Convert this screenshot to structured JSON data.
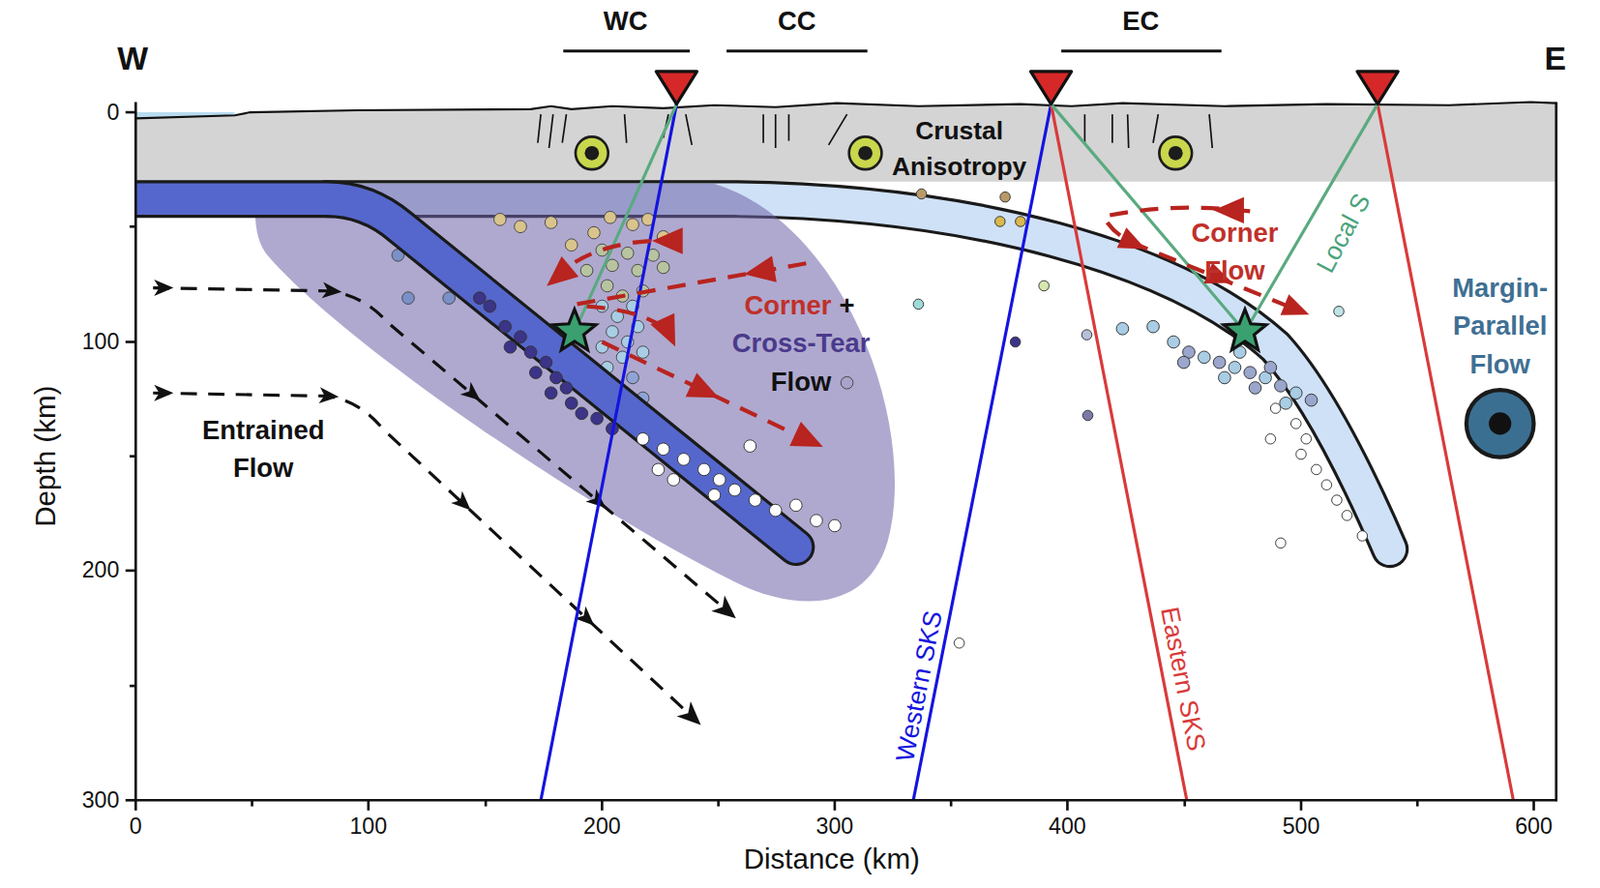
{
  "diagram": {
    "labels": [
      "W",
      "WC",
      "CC",
      "EC",
      "E",
      "Crustal Anisotropy",
      "Corner",
      "+",
      "Cross-Tear",
      "Flow",
      "Corner Flow",
      "Local S",
      "Margin-Parallel Flow",
      "Entrained Flow",
      "Western SKS",
      "Eastern SKS",
      "0",
      "100",
      "200",
      "300",
      "Depth (km)",
      "0",
      "100",
      "200",
      "300",
      "400",
      "500",
      "600",
      "Distance (km)"
    ]
  }
}
